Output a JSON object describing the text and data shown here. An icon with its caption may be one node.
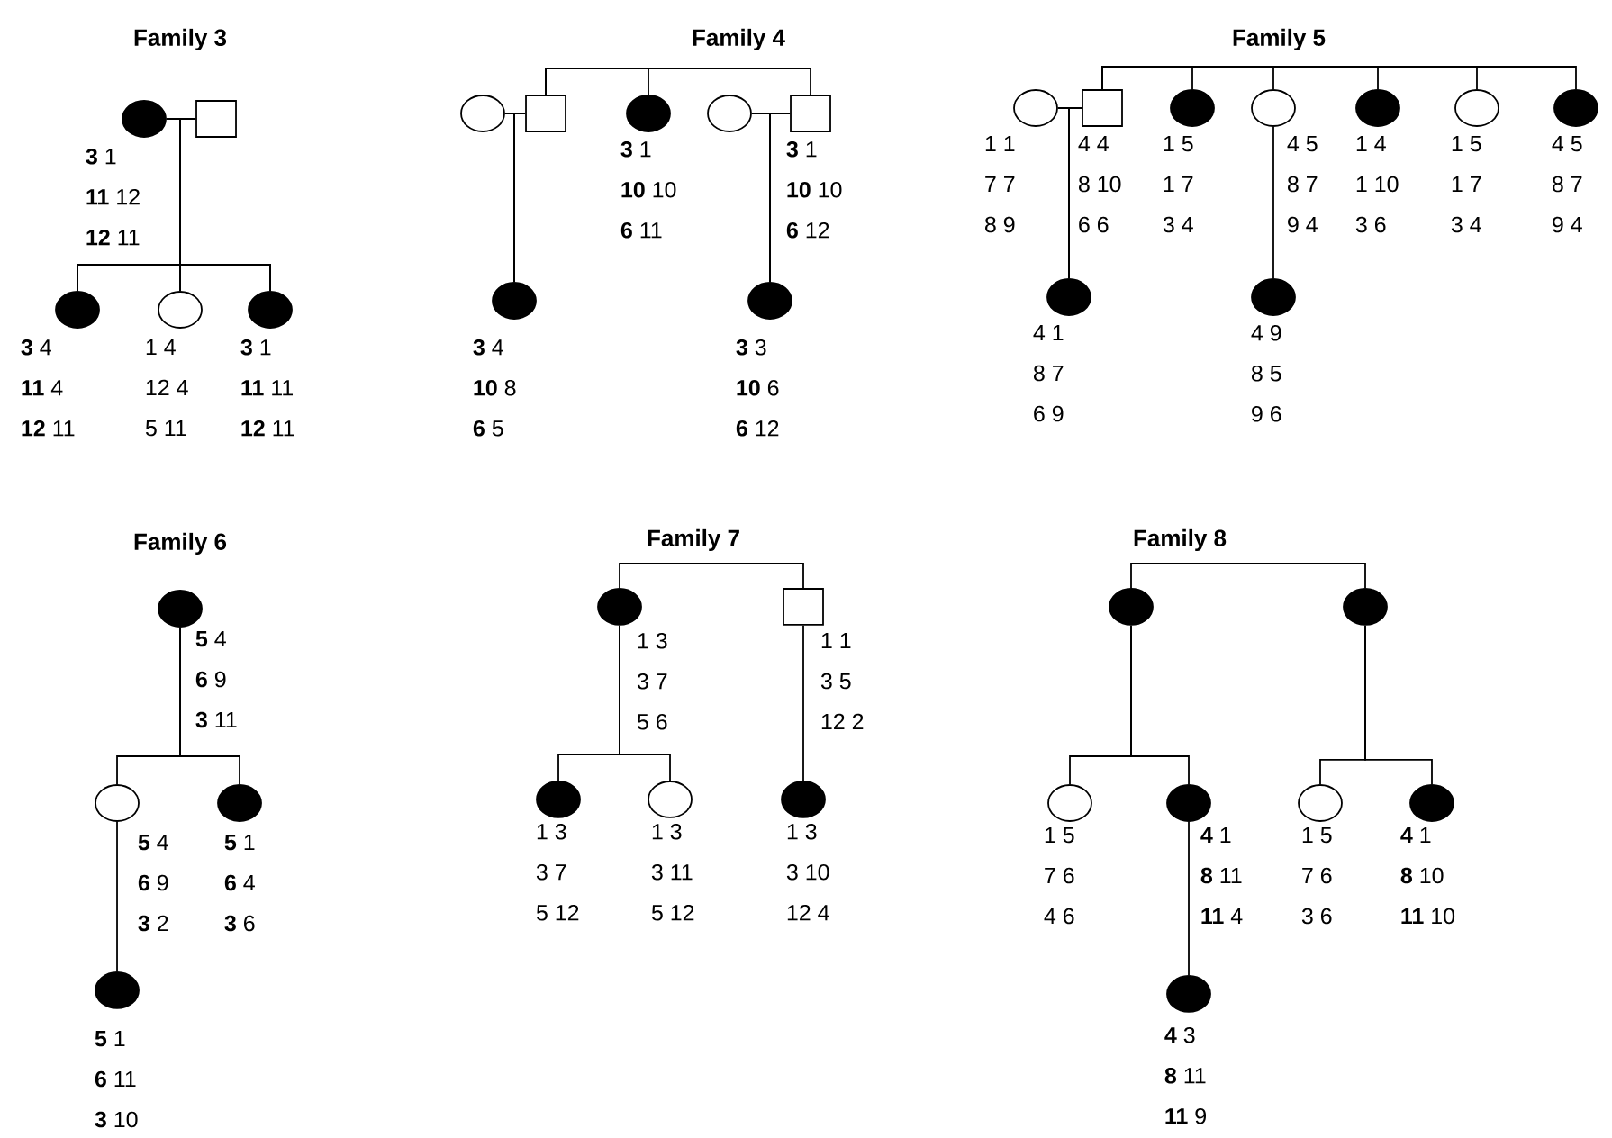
{
  "diagram": {
    "nodes": [
      {
        "text": [],
        "shape": "disc",
        "beside": [
          "**3** 1",
          "**11** 12",
          "**12** 11"
        ]
      },
      {
        "text": [],
        "shape": "box"
      },
      {
        "text": [],
        "shape": "disc",
        "beside": [
          "**3** 4",
          "**11** 4",
          "**12** 11"
        ]
      },
      {
        "text": [],
        "shape": "circle",
        "beside": [
          "1 4",
          "12 4",
          "5 11"
        ]
      },
      {
        "text": [],
        "shape": "disc",
        "beside": [
          "**3** 1",
          "**11** 11",
          "**12** 11"
        ]
      },
      {
        "text": [],
        "shape": "circle"
      },
      {
        "text": [],
        "shape": "box"
      },
      {
        "text": [],
        "shape": "disc",
        "beside": [
          "**3** 1",
          "**10** 10",
          "**6** 11"
        ]
      },
      {
        "text": [],
        "shape": "circle"
      },
      {
        "text": [],
        "shape": "box",
        "beside": [
          "**3** 1",
          "**10** 10",
          "**6** 12"
        ]
      },
      {
        "text": [],
        "shape": "disc",
        "beside": [
          "**3** 4",
          "**10** 8",
          "**6** 5"
        ]
      },
      {
        "text": [],
        "shape": "disc",
        "beside": [
          "**3** 3",
          "**10** 6",
          "**6** 12"
        ]
      },
      {
        "text": [],
        "shape": "circle",
        "beside": [
          "1 1",
          "7 7",
          "8 9"
        ]
      },
      {
        "text": [],
        "shape": "box",
        "beside": [
          "4 4",
          "8 10",
          "6 6"
        ]
      },
      {
        "text": [],
        "shape": "disc",
        "beside": [
          "1 5",
          "1 7",
          "3 4"
        ]
      },
      {
        "text": [],
        "shape": "circle",
        "beside": [
          "4 5",
          "8 7",
          "9 4"
        ]
      },
      {
        "text": [],
        "shape": "disc",
        "beside": [
          "1 4",
          "1 10",
          "3 6"
        ]
      },
      {
        "text": [],
        "shape": "circle",
        "beside": [
          "1 5",
          "1 7",
          "3 4"
        ]
      },
      {
        "text": [],
        "shape": "disc",
        "beside": [
          "4 5",
          "8 7",
          "9 4"
        ]
      },
      {
        "text": [],
        "shape": "disc",
        "beside": [
          "4 1",
          "8 7",
          "6 9"
        ]
      },
      {
        "text": [],
        "shape": "disc",
        "beside": [
          "4 9",
          "8 5",
          "9 6"
        ]
      },
      {
        "text": [],
        "shape": "disc",
        "beside": [
          "**5** 4",
          "**6** 9",
          "**3** 11"
        ]
      },
      {
        "text": [],
        "shape": "circle",
        "beside": [
          "**5** 4",
          "**6** 9",
          "**3** 2"
        ]
      },
      {
        "text": [],
        "shape": "disc",
        "beside": [
          "**5** 1",
          "**6** 4",
          "**3** 6"
        ]
      },
      {
        "text": [],
        "shape": "disc",
        "beside": [
          "**5** 1",
          "**6** 11",
          "**3** 10"
        ]
      },
      {
        "text": [],
        "shape": "disc",
        "beside": [
          "1 3",
          "3 7",
          "5 6"
        ]
      },
      {
        "text": [],
        "shape": "box",
        "beside": [
          "1 1",
          "3 5",
          "12 2"
        ]
      },
      {
        "text": [],
        "shape": "disc",
        "beside": [
          "1 3",
          "3 7",
          "5 12"
        ]
      },
      {
        "text": [],
        "shape": "circle",
        "beside": [
          "1 3",
          "3 11",
          "5 12"
        ]
      },
      {
        "text": [],
        "shape": "disc",
        "beside": [
          "1 3",
          "3 10",
          "12 4"
        ]
      },
      {
        "text": [],
        "shape": "disc"
      },
      {
        "text": [],
        "shape": "disc"
      },
      {
        "text": [],
        "shape": "circle",
        "beside": [
          "1 5",
          "7 6",
          "4 6"
        ]
      },
      {
        "text": [],
        "shape": "disc",
        "beside": [
          "**4** 1",
          "**8** 11",
          "**11** 4"
        ]
      },
      {
        "text": [],
        "shape": "circle",
        "beside": [
          "1 5",
          "7 6",
          "3 6"
        ]
      },
      {
        "text": [],
        "shape": "disc",
        "beside": [
          "**4** 1",
          "**8** 10",
          "**11** 10"
        ]
      },
      {
        "text": [],
        "shape": "disc",
        "beside": [
          "**4** 3",
          "**8** 11",
          "**11** 9"
        ]
      }
    ],
    "edges": [
      {
        "from": 0,
        "to": 1,
        "arrow": "none"
      },
      {
        "from": 0,
        "to": 2,
        "arrow": "none"
      },
      {
        "from": 0,
        "to": 3,
        "arrow": "none"
      },
      {
        "from": 0,
        "to": 4,
        "arrow": "none"
      },
      {
        "from": 1,
        "to": 2,
        "arrow": "none"
      },
      {
        "from": 1,
        "to": 3,
        "arrow": "none"
      },
      {
        "from": 1,
        "to": 4,
        "arrow": "none"
      },
      {
        "from": 5,
        "to": 6,
        "arrow": "none"
      },
      {
        "from": 6,
        "to": 7,
        "arrow": "none"
      },
      {
        "from": 6,
        "to": 9,
        "arrow": "none"
      },
      {
        "from": 8,
        "to": 9,
        "arrow": "none"
      },
      {
        "from": 5,
        "to": 10,
        "arrow": "none"
      },
      {
        "from": 6,
        "to": 10,
        "arrow": "none"
      },
      {
        "from": 8,
        "to": 11,
        "arrow": "none"
      },
      {
        "from": 9,
        "to": 11,
        "arrow": "none"
      },
      {
        "from": 12,
        "to": 13,
        "arrow": "none"
      },
      {
        "from": 13,
        "to": 14,
        "arrow": "none"
      },
      {
        "from": 13,
        "to": 15,
        "arrow": "none"
      },
      {
        "from": 13,
        "to": 16,
        "arrow": "none"
      },
      {
        "from": 13,
        "to": 17,
        "arrow": "none"
      },
      {
        "from": 13,
        "to": 18,
        "arrow": "none"
      },
      {
        "from": 12,
        "to": 19,
        "arrow": "none"
      },
      {
        "from": 13,
        "to": 19,
        "arrow": "none"
      },
      {
        "from": 15,
        "to": 20,
        "arrow": "none"
      },
      {
        "from": 21,
        "to": 22,
        "arrow": "none"
      },
      {
        "from": 21,
        "to": 23,
        "arrow": "none"
      },
      {
        "from": 22,
        "to": 24,
        "arrow": "none"
      },
      {
        "from": 25,
        "to": 26,
        "arrow": "none"
      },
      {
        "from": 25,
        "to": 27,
        "arrow": "none"
      },
      {
        "from": 25,
        "to": 28,
        "arrow": "none"
      },
      {
        "from": 26,
        "to": 29,
        "arrow": "none"
      },
      {
        "from": 30,
        "to": 31,
        "arrow": "none"
      },
      {
        "from": 30,
        "to": 32,
        "arrow": "none"
      },
      {
        "from": 30,
        "to": 33,
        "arrow": "none"
      },
      {
        "from": 31,
        "to": 34,
        "arrow": "none"
      },
      {
        "from": 31,
        "to": 35,
        "arrow": "none"
      },
      {
        "from": 33,
        "to": 36,
        "arrow": "none"
      }
    ],
    "labels": [
      "Family 3",
      "Family 4",
      "Family 5",
      "Family 6",
      "Family 7",
      "Family 8"
    ]
  }
}
